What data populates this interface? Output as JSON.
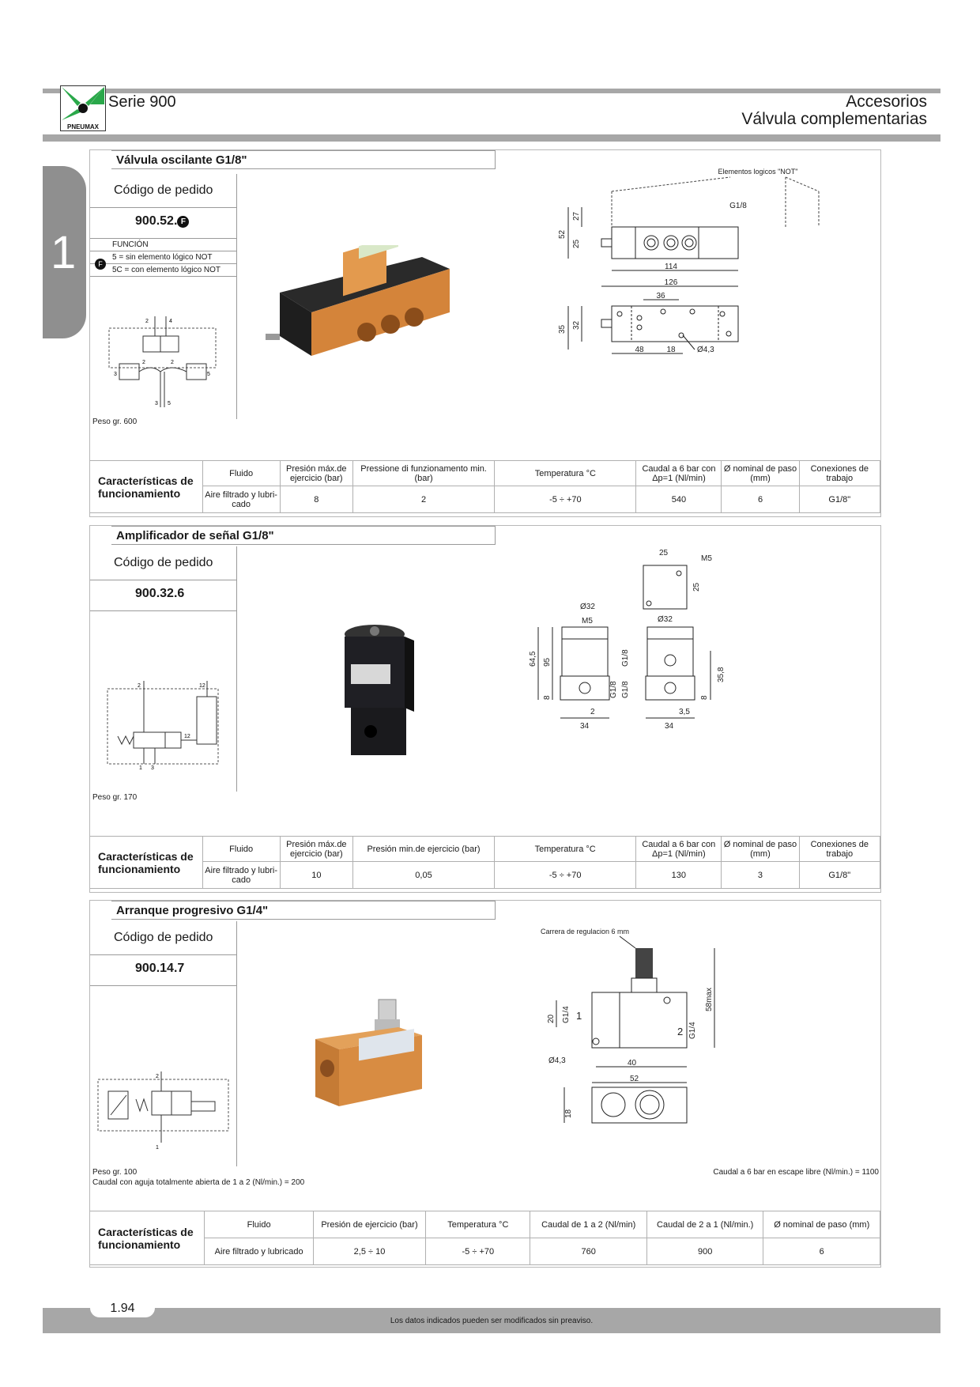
{
  "header": {
    "logo_text": "PNEUMAX",
    "serie": "Serie 900",
    "category": "Accesorios",
    "subcategory": "Válvula complementarias"
  },
  "chapter_tab": "1",
  "sections": [
    {
      "title": "Válvula oscilante G1/8\"",
      "order_label": "Código de pedido",
      "order_code": "900.52.",
      "order_marker": "F",
      "function": {
        "marker": "F",
        "header": "FUNCIÓN",
        "options": [
          "5 = sin elemento lógico NOT",
          "5C = con elemento lógico NOT"
        ]
      },
      "drawing_labels": [
        "Elementos logicos \"NOT\"",
        "G1/8",
        "52",
        "27",
        "25",
        "114",
        "126",
        "36",
        "35",
        "32",
        "48",
        "18",
        "Ø4,3"
      ],
      "schema_labels": [
        "2",
        "4",
        "2",
        "2",
        "3",
        "5",
        "3",
        "5"
      ],
      "weight": "Peso gr. 600",
      "spec_title": "Características de funcionamiento",
      "spec_headers": [
        "Fluido",
        "Presión máx.de ejercicio (bar)",
        "Pressione di funzionamento min. (bar)",
        "Temperatura °C",
        "Caudal a 6 bar con Δp=1 (Nl/min)",
        "Ø nominal de paso (mm)",
        "Conexiones de trabajo"
      ],
      "spec_values": [
        "Aire filtrado y lubri-cado",
        "8",
        "2",
        "-5 ÷ +70",
        "540",
        "6",
        "G1/8\""
      ]
    },
    {
      "title": "Amplificador de señal G1/8\"",
      "order_label": "Código de pedido",
      "order_code": "900.32.6",
      "drawing_labels": [
        "25",
        "M5",
        "25",
        "Ø32",
        "M5",
        "Ø32",
        "64,5",
        "95",
        "G1/8",
        "G1/8",
        "G1/8",
        "35,8",
        "8",
        "8",
        "2",
        "3,5",
        "34",
        "34"
      ],
      "schema_labels": [
        "2",
        "12",
        "12",
        "1",
        "3"
      ],
      "weight": "Peso gr. 170",
      "spec_title": "Características de funcionamiento",
      "spec_headers": [
        "Fluido",
        "Presión máx.de ejercicio (bar)",
        "Presión min.de ejercicio (bar)",
        "Temperatura °C",
        "Caudal a 6 bar con Δp=1 (Nl/min)",
        "Ø nominal de paso (mm)",
        "Conexiones de trabajo"
      ],
      "spec_values": [
        "Aire filtrado y lubri-cado",
        "10",
        "0,05",
        "-5 ÷ +70",
        "130",
        "3",
        "G1/8\""
      ]
    },
    {
      "title": "Arranque progresivo G1/4\"",
      "order_label": "Código de pedido",
      "order_code": "900.14.7",
      "drawing_labels": [
        "Carrera de regulacion 6 mm",
        "58max",
        "20",
        "G1/4",
        "1",
        "2",
        "G1/4",
        "Ø4,3",
        "40",
        "52",
        "18"
      ],
      "schema_labels": [
        "2",
        "1"
      ],
      "weight": "Peso gr. 100",
      "note_left": "Caudal con aguja totalmente abierta de 1 a 2 (Nl/min.) = 200",
      "note_right": "Caudal a 6 bar en escape libre (Nl/min.) = 1100",
      "spec_title": "Características de funcionamiento",
      "spec_headers": [
        "Fluido",
        "Presión de ejercicio (bar)",
        "Temperatura °C",
        "Caudal de 1 a 2 (Nl/min)",
        "Caudal de 2 a 1 (Nl/min.)",
        "Ø nominal de paso (mm)"
      ],
      "spec_values": [
        "Aire filtrado y lubricado",
        "2,5 ÷ 10",
        "-5 ÷ +70",
        "760",
        "900",
        "6"
      ]
    }
  ],
  "footer": {
    "page": "1.94",
    "note": "Los datos indicados pueden ser modificados sin preaviso."
  }
}
